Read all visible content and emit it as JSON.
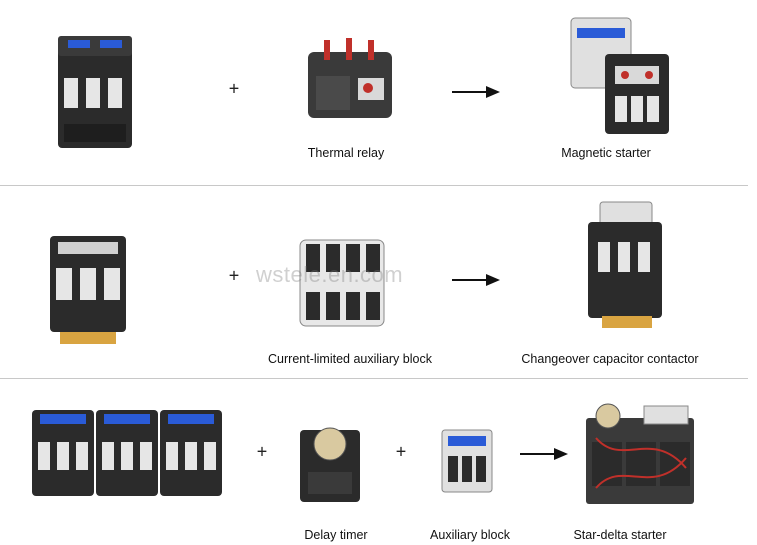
{
  "rows": [
    {
      "plus": [
        "+"
      ],
      "captions": [
        "Thermal relay",
        "Magnetic starter"
      ]
    },
    {
      "plus": [
        "+"
      ],
      "captions": [
        "Current-limited auxiliary block",
        "Changeover capacitor contactor"
      ]
    },
    {
      "plus": [
        "+",
        "+"
      ],
      "captions": [
        "Delay timer",
        "Auxiliary block",
        "Star-delta starter"
      ]
    }
  ],
  "watermark": "wstele.en.com",
  "colors": {
    "housing": "#2b2b2b",
    "accent_blue": "#2a5bd7",
    "accent_red": "#c0302a",
    "terminal": "#e6e6e6"
  }
}
